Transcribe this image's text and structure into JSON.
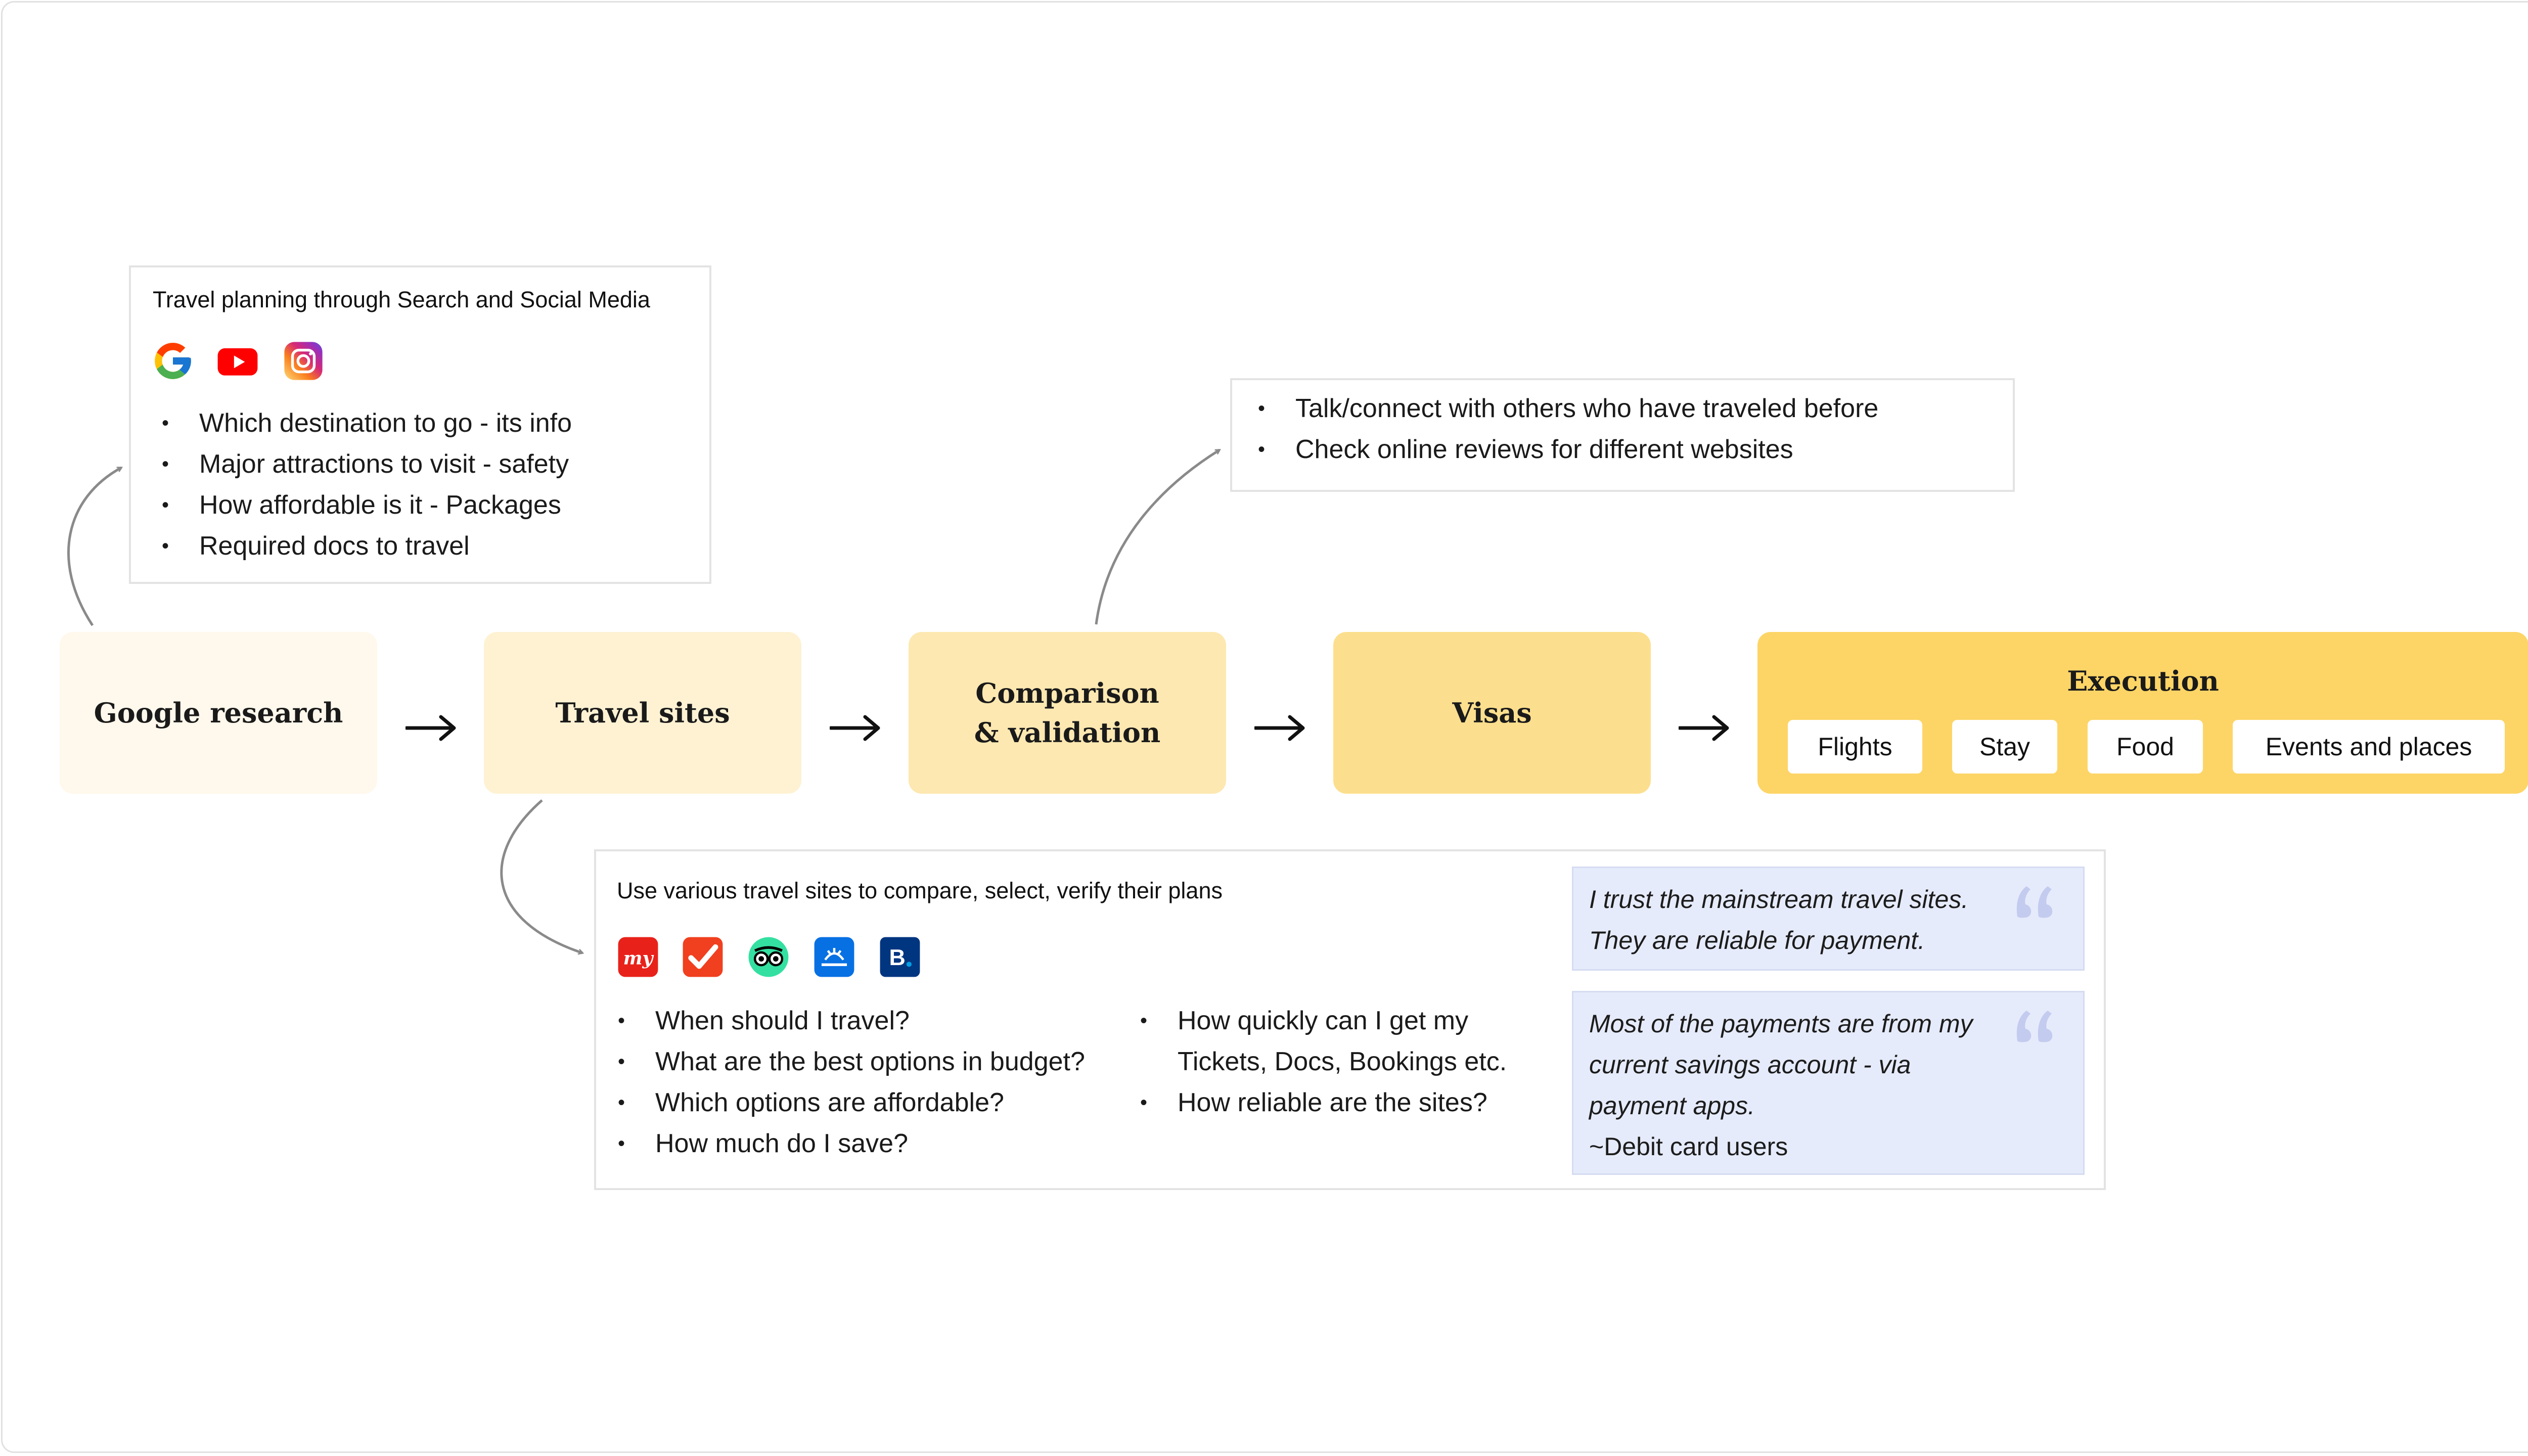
{
  "search_card": {
    "title": "Travel planning through Search and Social Media",
    "icons": [
      "google-icon",
      "youtube-icon",
      "instagram-icon"
    ],
    "bullets": [
      "Which destination to go - its info",
      "Major attractions to visit - safety",
      "How affordable is it - Packages",
      "Required docs to travel"
    ]
  },
  "reviews_card": {
    "bullets": [
      "Talk/connect with others who have traveled before",
      "Check online reviews for different websites"
    ]
  },
  "stages": [
    {
      "label": "Google research",
      "color": "#fff8ec"
    },
    {
      "label": "Travel sites",
      "color": "#fef2d3"
    },
    {
      "label": "Comparison & validation",
      "color": "#fde8b1"
    },
    {
      "label": "Visas",
      "color": "#fcdf8e"
    },
    {
      "label": "Execution",
      "color": "#fdd567"
    }
  ],
  "execution_items": [
    "Flights",
    "Stay",
    "Food",
    "Events and places"
  ],
  "travel_sites_card": {
    "title": "Use various travel sites to compare, select, verify their plans",
    "icons": [
      "makemytrip-icon",
      "ticktick-icon",
      "tripadvisor-icon",
      "skyscanner-icon",
      "booking-icon"
    ],
    "bullets_left": [
      "When should I travel?",
      "What are the best options in budget?",
      "Which options are affordable?",
      "How much do I save?"
    ],
    "bullets_right": [
      "How quickly can I get my Tickets, Docs, Bookings etc.",
      "How reliable are the sites?"
    ]
  },
  "quotes": [
    {
      "lines": [
        "I trust the mainstream travel sites.",
        "They are reliable for payment."
      ]
    },
    {
      "lines": [
        "Most of the payments are from my",
        "current savings account - via",
        "payment apps."
      ],
      "attribution": "~Debit card users"
    }
  ],
  "colors": {
    "quote_bg": "#e6ebfb",
    "quote_mark": "#c3cbef",
    "card_border": "#e3e3e3",
    "connector": "#8a8a8a"
  }
}
